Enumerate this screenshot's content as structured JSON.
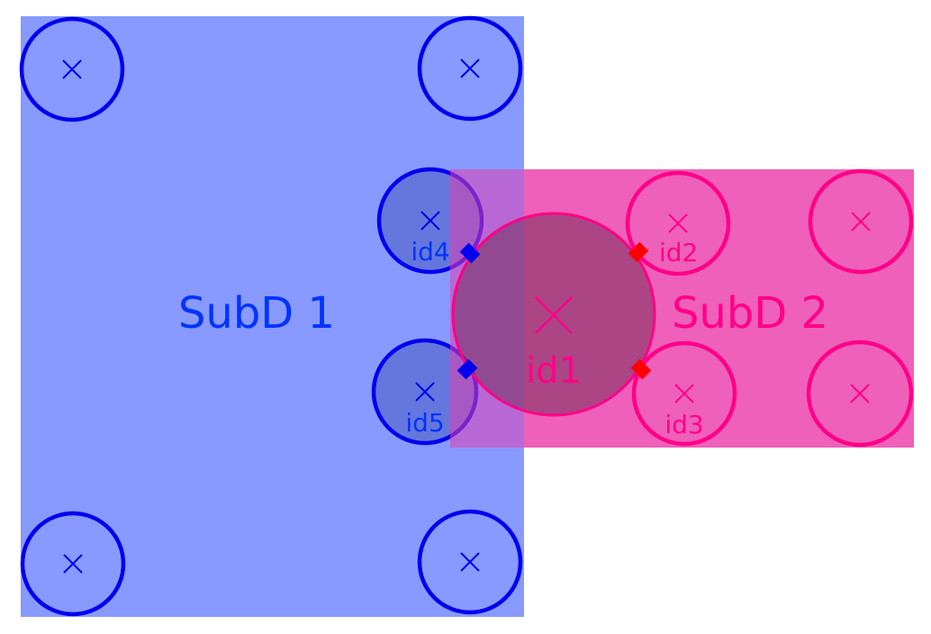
{
  "colors": {
    "subd1_fill": "#8899ff",
    "subd1_stroke": "#0000ee",
    "subd1_text": "#0033ff",
    "subd2_fill": "#ff88c4",
    "subd2_stroke": "#ff0088",
    "subd2_text": "#ff0088",
    "interface_blue": "#0000ee",
    "interface_red": "#ff0000",
    "node_shade": "#3a2a5a"
  },
  "subdomains": [
    {
      "id": "subd1",
      "label": "SubD 1"
    },
    {
      "id": "subd2",
      "label": "SubD 2"
    }
  ],
  "nodes": [
    {
      "domain": "subd1",
      "label": "",
      "shaded": false
    },
    {
      "domain": "subd1",
      "label": "",
      "shaded": false
    },
    {
      "domain": "subd1",
      "label": "id4",
      "shaded": true
    },
    {
      "domain": "subd1",
      "label": "id5",
      "shaded": true
    },
    {
      "domain": "subd1",
      "label": "",
      "shaded": false
    },
    {
      "domain": "subd1",
      "label": "",
      "shaded": false
    },
    {
      "domain": "subd2",
      "label": "id1",
      "shaded": true,
      "large": true
    },
    {
      "domain": "subd2",
      "label": "id2",
      "shaded": false
    },
    {
      "domain": "subd2",
      "label": "",
      "shaded": false
    },
    {
      "domain": "subd2",
      "label": "id3",
      "shaded": false
    },
    {
      "domain": "subd2",
      "label": "",
      "shaded": false
    }
  ],
  "interface_markers": [
    {
      "between": [
        "id4",
        "id1"
      ],
      "color": "blue"
    },
    {
      "between": [
        "id5",
        "id1"
      ],
      "color": "blue"
    },
    {
      "between": [
        "id1",
        "id2"
      ],
      "color": "red"
    },
    {
      "between": [
        "id1",
        "id3"
      ],
      "color": "red"
    }
  ]
}
